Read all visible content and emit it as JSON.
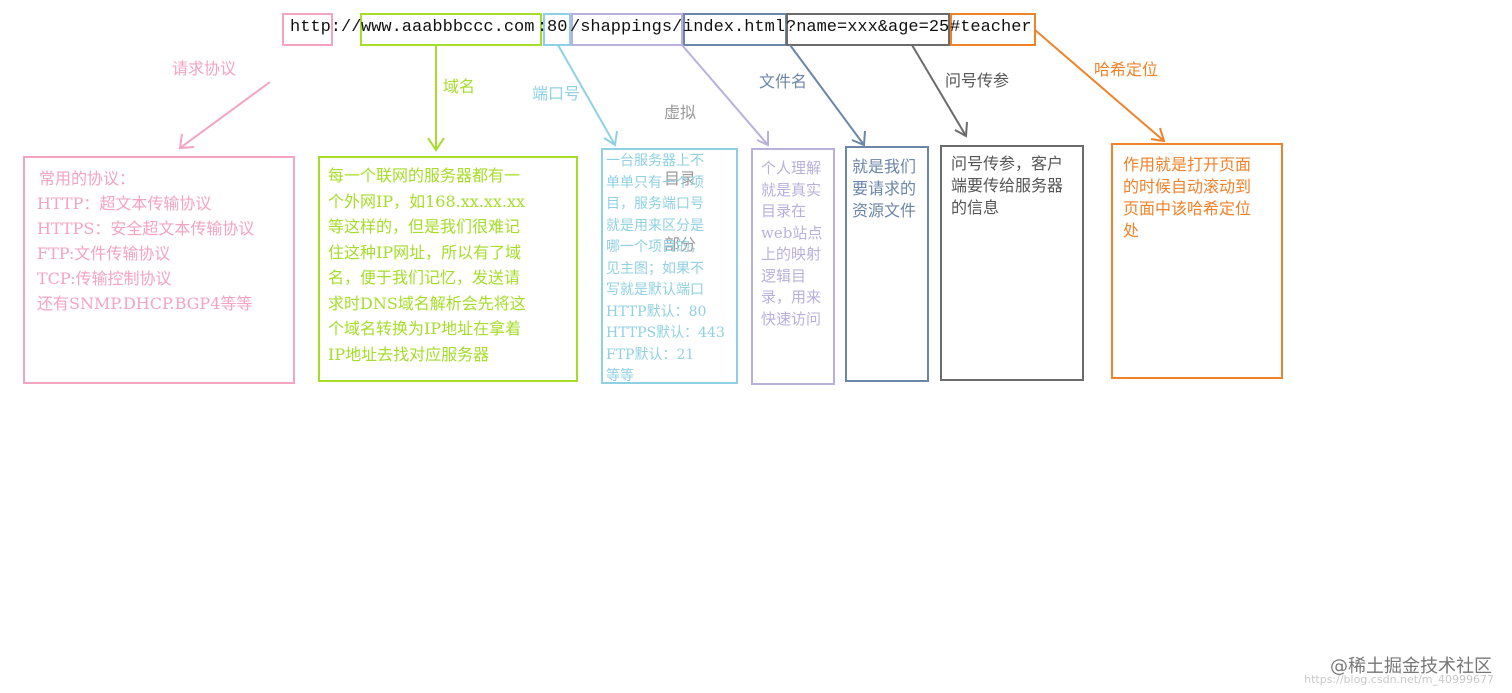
{
  "url": {
    "protocol": "http://",
    "domain": "www.aaabbbccc.com",
    "colon": ":",
    "port": "80",
    "path": "/shappings/",
    "file": "index.html",
    "query": "?name=xxx&age=25",
    "hash": "#teacher"
  },
  "labels": {
    "protocol": "请求协议",
    "domain": "域名",
    "port": "端口号",
    "virtual_dir": [
      "虚拟",
      "目录",
      "部分"
    ],
    "file": "文件名",
    "query": "问号传参",
    "hash": "哈希定位"
  },
  "boxes": {
    "protocol": [
      "常用的协议：",
      "HTTP：超文本传输协议",
      "HTTPS：安全超文本传输协议",
      "FTP:文件传输协议",
      "TCP:传输控制协议",
      "还有SNMP.DHCP.BGP4等等"
    ],
    "domain": [
      "每一个联网的服务器都有一",
      "个外网IP，如168.xx.xx.xx",
      "等这样的，但是我们很难记",
      "住这种IP网址，所以有了域",
      "名，便于我们记忆，发送请",
      "求时DNS域名解析会先将这",
      "个域名转换为IP地址在拿着",
      "IP地址去找对应服务器"
    ],
    "port": [
      "一台服务器上不",
      "单单只有一个项",
      "目，服务端口号",
      "就是用来区分是",
      "哪一个项目的，",
      "见主图；如果不",
      "写就是默认端口",
      "HTTP默认：80",
      "HTTPS默认：443",
      "FTP默认：21",
      "等等"
    ],
    "virtual_dir": [
      "个人理解",
      "就是真实",
      "目录在",
      "web站点",
      "上的映射",
      "逻辑目",
      "录，用来",
      "快速访问"
    ],
    "file": [
      "就是我们",
      "要请求的",
      "资源文件"
    ],
    "query": [
      "问号传参，客户",
      "端要传给服务器",
      "的信息"
    ],
    "hash": [
      "作用就是打开页面",
      "的时候自动滚动到",
      "页面中该哈希定位",
      "处"
    ]
  },
  "watermark": {
    "main": "@稀土掘金技术社区",
    "sub": "https://blog.csdn.net/m_40999677"
  },
  "colors": {
    "protocol": "#f4a3c0",
    "domain": "#a5dd2a",
    "port": "#8fd1e3",
    "virtual_dir": "#b9b0dc",
    "file": "#6b86a8",
    "query": "#6b6b6b",
    "hash": "#f0822a"
  }
}
